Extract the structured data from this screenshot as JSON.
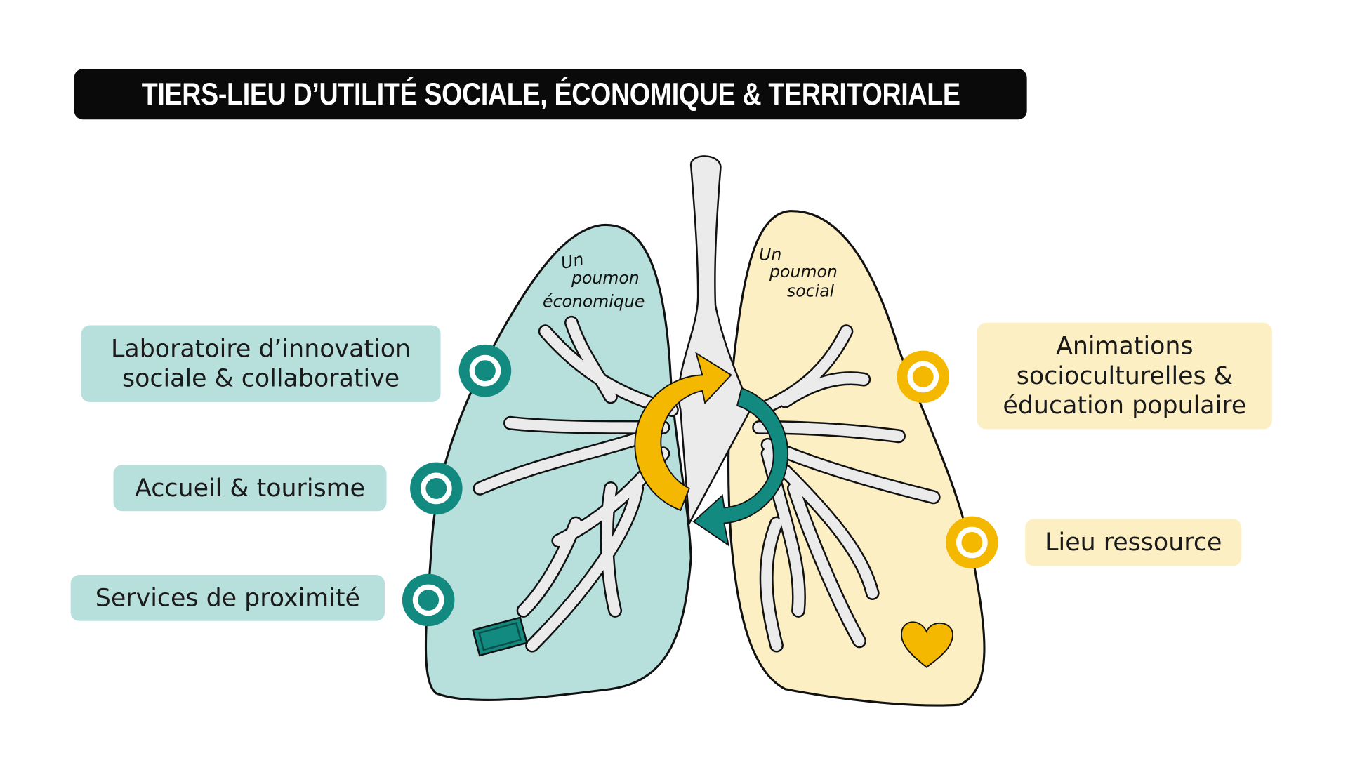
{
  "title": "TIERS-LIEU D’UTILITÉ SOCIALE, ÉCONOMIQUE & TERRITORIALE",
  "left_lung": {
    "caption": [
      "Un",
      "poumon",
      "économique"
    ],
    "color": "#b7dfdc"
  },
  "right_lung": {
    "caption": [
      "Un",
      "poumon",
      "social"
    ],
    "color": "#fdefc4"
  },
  "left_labels": [
    {
      "lines": [
        "Laboratoire d’innovation",
        "sociale & collaborative"
      ]
    },
    {
      "lines": [
        "Accueil & tourisme"
      ]
    },
    {
      "lines": [
        "Services de proximité"
      ]
    }
  ],
  "right_labels": [
    {
      "lines": [
        "Animations",
        "socioculturelles &",
        "éducation populaire"
      ]
    },
    {
      "lines": [
        "Lieu ressource"
      ]
    }
  ],
  "colors": {
    "teal": "#138a80",
    "yellow": "#f5b800",
    "airway": "#ebebeb"
  }
}
